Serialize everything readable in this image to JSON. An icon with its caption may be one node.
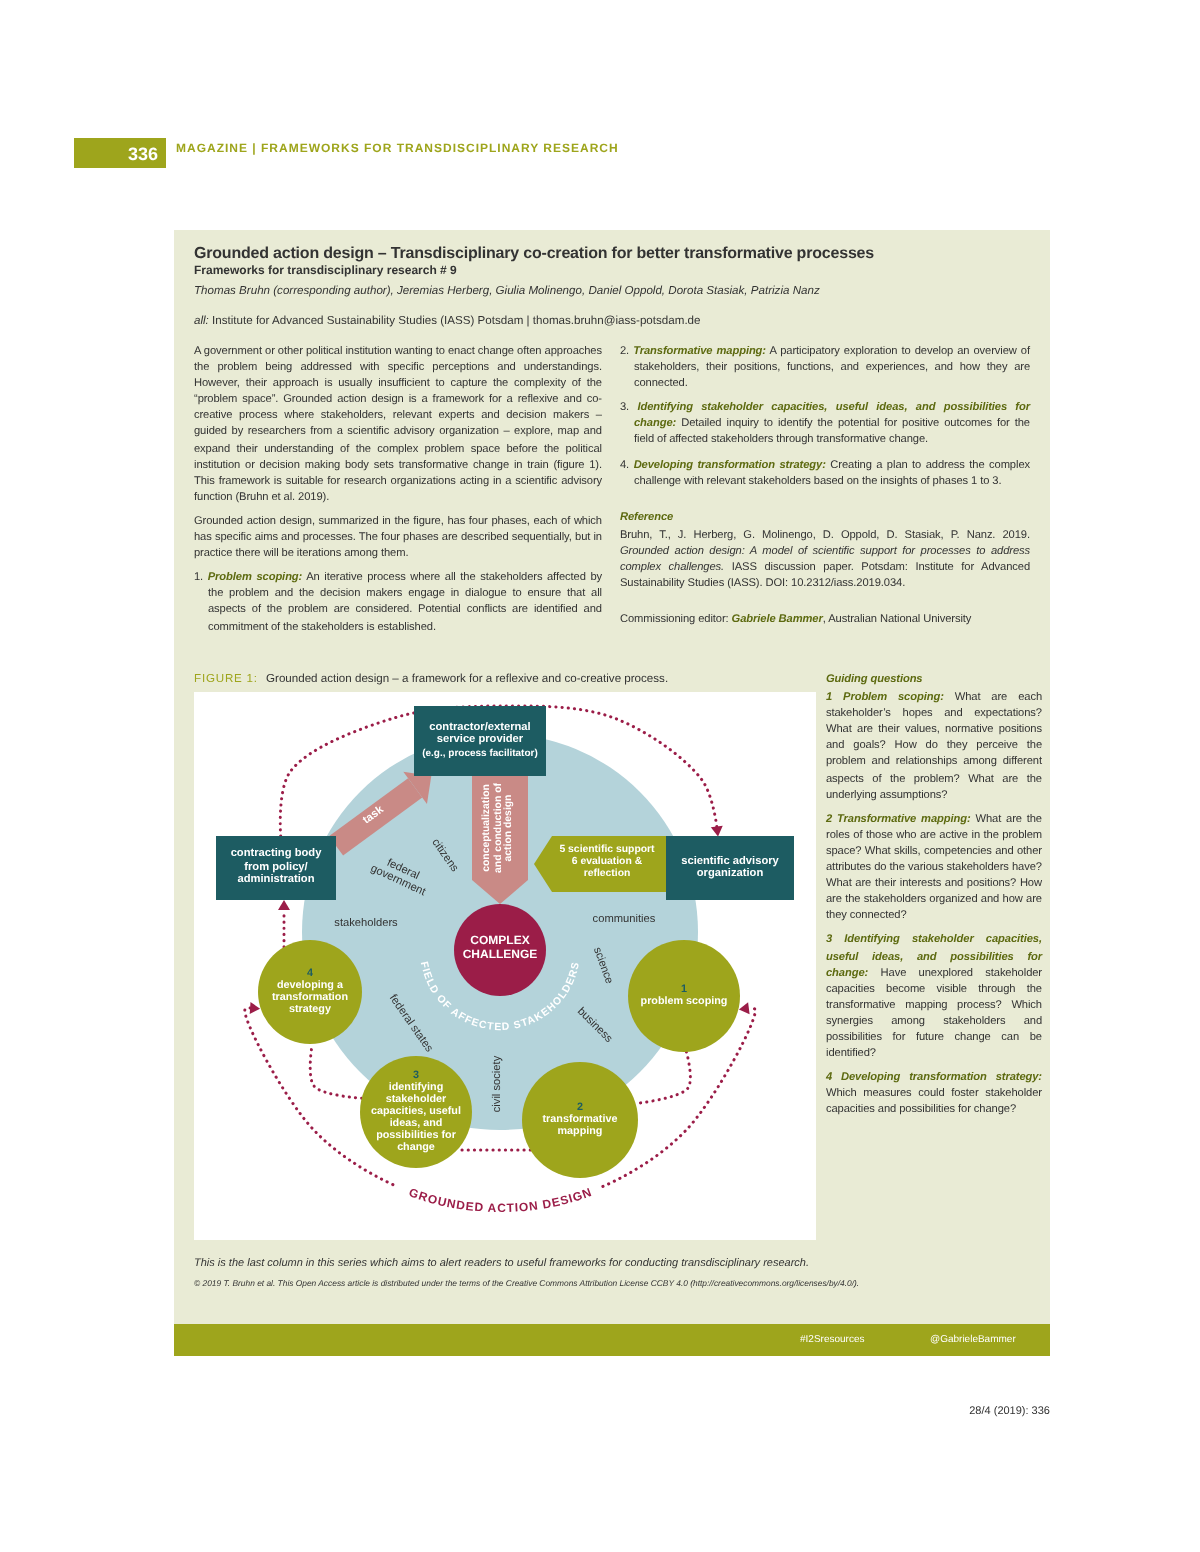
{
  "diagram": {
    "title": "Grounded action design – Transdisciplinary co-creation for better transformative processes",
    "nodes": [
      {
        "text": [
          "FIELD OF AFFECTED STAKEHOLDERS"
        ]
      },
      {
        "text": [
          "contractor/external service provider",
          "(e.g., process facilitator)"
        ]
      },
      {
        "text": [
          "contracting body from policy/ administration"
        ]
      },
      {
        "text": [
          "5 scientific support",
          "6 evaluation & reflection"
        ],
        "in": 0
      },
      {
        "text": [
          "scientific advisory organization"
        ]
      },
      {
        "text": [
          "COMPLEX CHALLENGE"
        ],
        "in": 0
      },
      {
        "text": [
          "4",
          "developing a transformation strategy"
        ]
      },
      {
        "text": [
          "1",
          "problem scoping"
        ]
      },
      {
        "text": [
          "3",
          "identifying stakeholder capacities, useful ideas, and possibilities for change"
        ]
      },
      {
        "text": [
          "2",
          "transformative mapping"
        ]
      }
    ],
    "edges": [
      {
        "from": 2,
        "to": 1,
        "arrow": "to",
        "label": "task",
        "style": "thick",
        "color": "#c98a86"
      },
      {
        "from": 1,
        "to": 5,
        "arrow": "to",
        "label": "conceptualization and conduction of action design",
        "style": "thick",
        "color": "#c98a86"
      },
      {
        "from": 2,
        "to": 4,
        "arrow": "to",
        "style": "dashed"
      },
      {
        "from": 6,
        "to": 2,
        "arrow": "to",
        "style": "dashed"
      },
      {
        "from": 8,
        "to": 6,
        "arrow": "none",
        "style": "dashed"
      },
      {
        "from": 9,
        "to": 8,
        "arrow": "none",
        "style": "dashed"
      },
      {
        "from": 7,
        "to": 9,
        "arrow": "none",
        "style": "dashed"
      },
      {
        "from": 6,
        "to": 7,
        "arrow": "both",
        "label": "GROUNDED ACTION DESIGN",
        "style": "dashed"
      }
    ],
    "labels": [
      "336",
      "MAGAZINE | FRAMEWORKS FOR TRANSDISCIPLINARY RESEARCH",
      "Frameworks for transdisciplinary research # 9",
      "Thomas Bruhn (corresponding author), Jeremias Herberg, Giulia Molinengo, Daniel Oppold, Dorota Stasiak, Patrizia Nanz",
      "*all:* Institute for Advanced Sustainability Studies (IASS) Potsdam | thomas.bruhn@iass-potsdam.de",
      "A government or other political institution wanting to enact change often approaches the problem being addressed with specific perceptions and understandings. However, their approach is usually insufficient to capture the complexity of the “problem space”. Grounded action design is a framework for a reflexive and co-creative process where stakeholders, relevant experts and decision makers – guided by researchers from a scientific advisory organization – explore, map and expand their understanding of the complex problem space before the political institution or decision making body sets transformative change in train (figure 1). This framework is suitable for research organizations acting in a scientific advisory function (Bruhn et al. 2019).",
      "Grounded action design, summarized in the figure, has four phases, each of which has specific aims and processes. The four phases are described sequentially, but in practice there will be iterations among them.",
      "1. **Problem scoping:** An iterative process where all the stakeholders affected by the problem and the decision makers engage in dialogue to ensure that all aspects of the problem are considered. Potential conflicts are identified and commitment of the stakeholders is established.",
      "2. **Transformative mapping:** A participatory exploration to develop an overview of stakeholders, their positions, functions, and experiences, and how they are connected.",
      "3. **Identifying stakeholder capacities, useful ideas, and possibilities for change:** Detailed inquiry to identify the potential for positive outcomes for the field of affected stakeholders through transformative change.",
      "4. **Developing transformation strategy:** Creating a plan to address the complex challenge with relevant stakeholders based on the insights of phases 1 to 3.",
      "Reference",
      "Bruhn, T., J. Herberg, G. Molinengo, D. Oppold, D. Stasiak, P. Nanz. 2019. *Grounded action design: A model of scientific support for processes to address complex challenges.* IASS discussion paper. Potsdam: Institute for Advanced Sustainability Studies (IASS). DOI: 10.2312/iass.2019.034.",
      "Commissioning editor: **Gabriele Bammer**, Australian National University",
      "FIGURE 1:",
      "Grounded action design – a framework for a reflexive and co-creative process.",
      "citizens",
      "federal government",
      "stakeholders",
      "communities",
      "science",
      "business",
      "federal states",
      "civil society",
      "Guiding questions",
      "**1 Problem scoping:** What are each stakeholder’s hopes and expectations? What are their values, normative positions and goals? How do they perceive the problem and relationships among different aspects of the problem? What are the underlying assumptions?",
      "**2 Transformative mapping:** What are the roles of those who are active in the problem space? What skills, competencies and other attributes do the various stakeholders have? What are their interests and positions? How are the stakeholders organized and how are they connected?",
      "**3 Identifying stakeholder capacities, useful ideas, and possibilities for change:** Have unexplored stakeholder capacities become visible through the transformative mapping process? Which synergies among stakeholders and possibilities for future change can be identified?",
      "**4 Developing transformation strategy:** Which measures could foster stakeholder capacities and possibilities for change?",
      "This is the last column in this series which aims to alert readers to useful frameworks for conducting transdisciplinary research.",
      "© 2019 T. Bruhn et al. This Open Access article is distributed under the terms of the Creative Commons Attribution License CCBY 4.0 (http://creativecommons.org/licenses/by/4.0/).",
      "#I2Sresources",
      "@GabrieleBammer",
      "28/4 (2019): 336"
    ]
  }
}
